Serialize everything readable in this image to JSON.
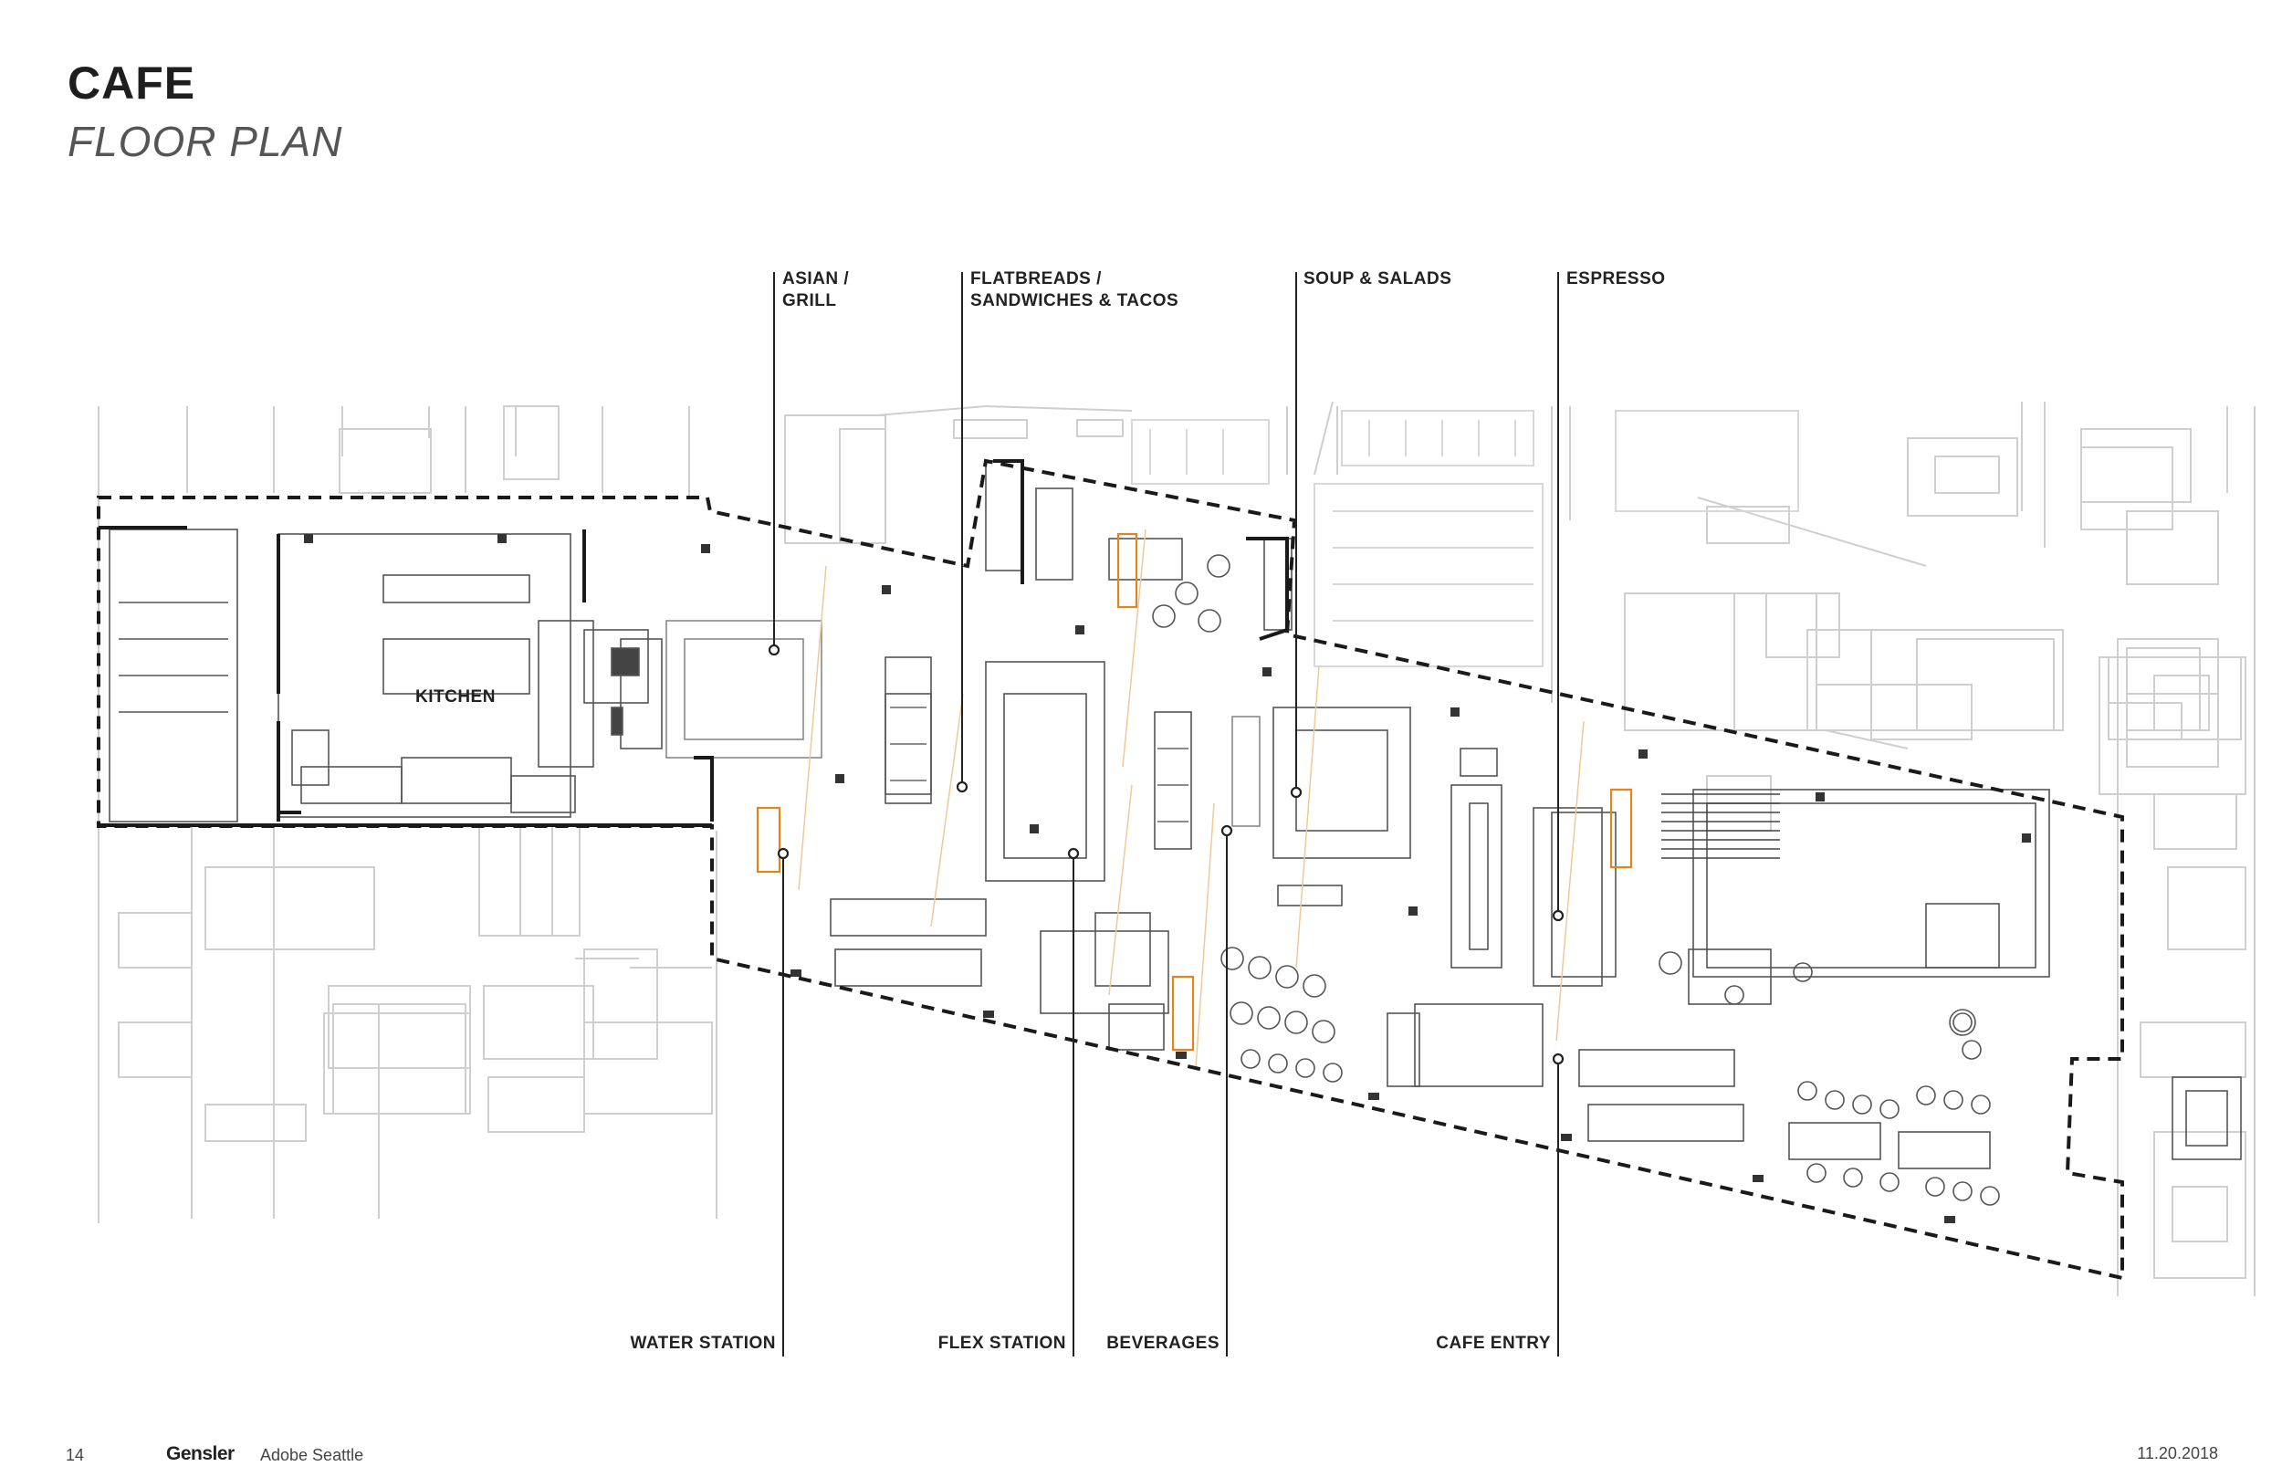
{
  "header": {
    "title": "CAFE",
    "subtitle": "FLOOR PLAN"
  },
  "labels": {
    "top": [
      {
        "id": "asian-grill",
        "lines": [
          "ASIAN /",
          "GRILL"
        ]
      },
      {
        "id": "flatbreads",
        "lines": [
          "FLATBREADS /",
          "SANDWICHES & TACOS"
        ]
      },
      {
        "id": "soup-salads",
        "lines": [
          "SOUP & SALADS"
        ]
      },
      {
        "id": "espresso",
        "lines": [
          "ESPRESSO"
        ]
      }
    ],
    "bottom": [
      {
        "id": "water-station",
        "text": "WATER STATION"
      },
      {
        "id": "flex-station",
        "text": "FLEX  STATION"
      },
      {
        "id": "beverages",
        "text": "BEVERAGES"
      },
      {
        "id": "cafe-entry",
        "text": "CAFE ENTRY"
      }
    ],
    "kitchen": "KITCHEN"
  },
  "footer": {
    "page": "14",
    "brand": "Gensler",
    "project": "Adobe Seattle",
    "date": "11.20.2018"
  },
  "colors": {
    "accent": "#e8821e",
    "boundary": "#1a1a1a",
    "context": "#c9c9c9",
    "fixture": "#555555"
  }
}
